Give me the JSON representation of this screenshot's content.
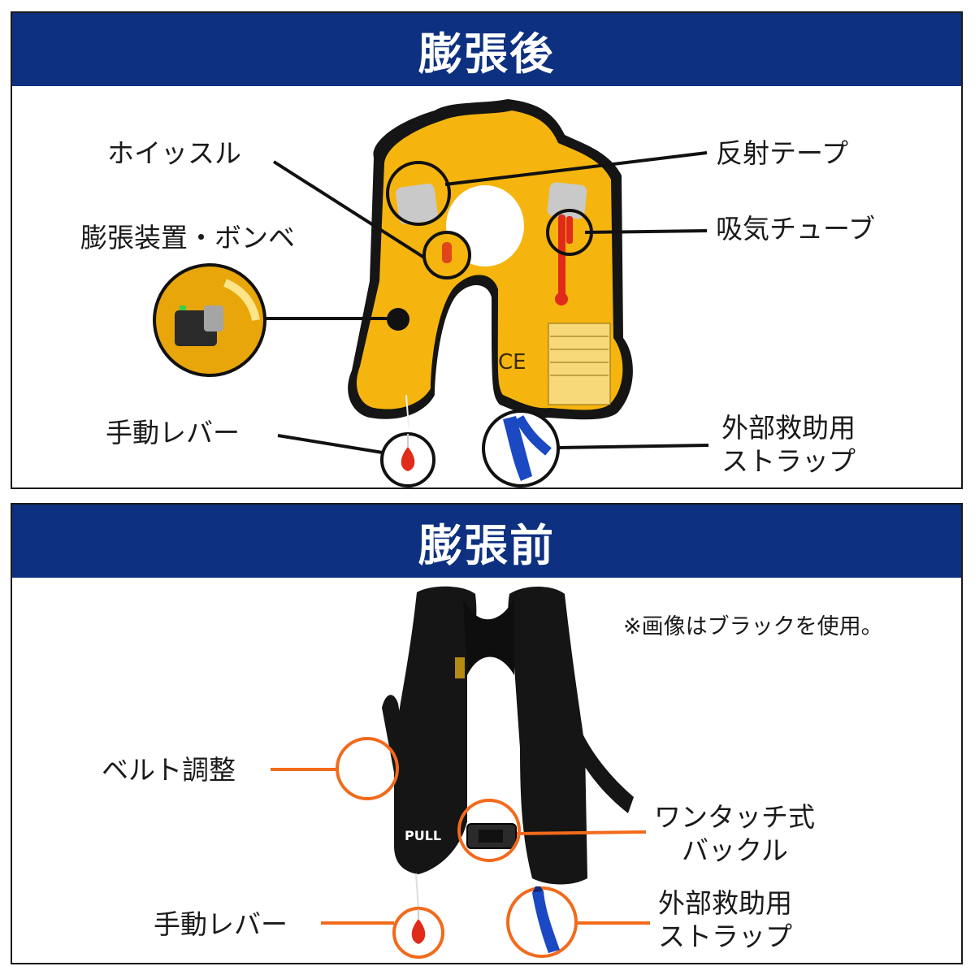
{
  "colors": {
    "header_bg": "#0d3080",
    "header_text": "#ffffff",
    "vest_yellow": "#f5b50e",
    "vest_black": "#151515",
    "callout_black": "#111111",
    "callout_orange": "#f26a1b",
    "strap_blue": "#1b49c4",
    "toggle_red": "#e02a1a"
  },
  "inflated": {
    "title": "膨張後",
    "labels": {
      "whistle": "ホイッスル",
      "inflator": "膨張装置・ボンベ",
      "manual_lever": "手動レバー",
      "reflective_tape": "反射テープ",
      "oral_tube": "吸気チューブ",
      "rescue_strap_line1": "外部救助用",
      "rescue_strap_line2": "ストラップ"
    },
    "marks": {
      "ce": "CE"
    }
  },
  "deflated": {
    "title": "膨張前",
    "note": "※画像はブラックを使用。",
    "labels": {
      "belt_adjust": "ベルト調整",
      "buckle_line1": "ワンタッチ式",
      "buckle_line2": "バックル",
      "manual_lever": "手動レバー",
      "rescue_strap_line1": "外部救助用",
      "rescue_strap_line2": "ストラップ"
    },
    "marks": {
      "pull": "PULL"
    }
  }
}
